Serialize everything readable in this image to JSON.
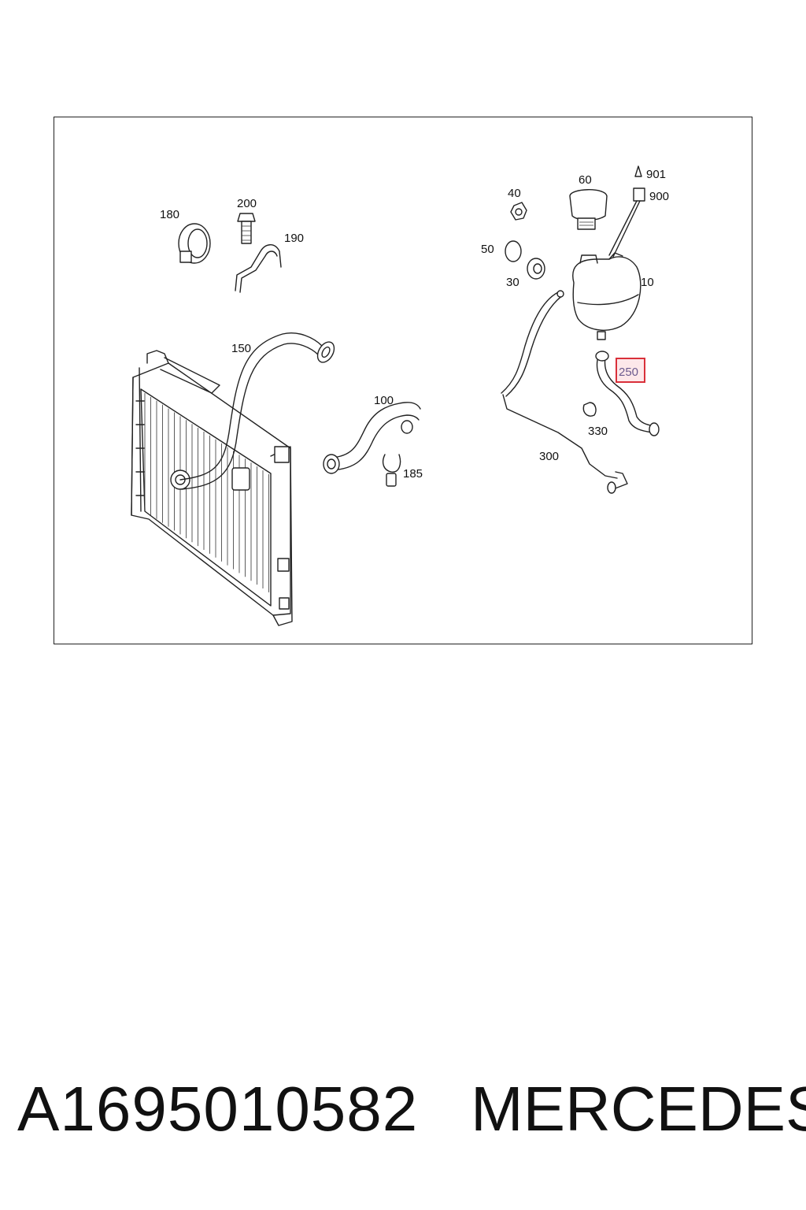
{
  "diagram": {
    "callouts": [
      {
        "id": "c180",
        "text": "180"
      },
      {
        "id": "c200",
        "text": "200"
      },
      {
        "id": "c190",
        "text": "190"
      },
      {
        "id": "c150",
        "text": "150"
      },
      {
        "id": "c100",
        "text": "100"
      },
      {
        "id": "c185",
        "text": "185"
      },
      {
        "id": "c40",
        "text": "40"
      },
      {
        "id": "c60",
        "text": "60"
      },
      {
        "id": "c901",
        "text": "901"
      },
      {
        "id": "c900",
        "text": "900"
      },
      {
        "id": "c50",
        "text": "50"
      },
      {
        "id": "c30",
        "text": "30"
      },
      {
        "id": "c10",
        "text": "10"
      },
      {
        "id": "c250",
        "text": "250"
      },
      {
        "id": "c330",
        "text": "330"
      },
      {
        "id": "c300",
        "text": "300"
      }
    ],
    "highlighted": "250",
    "highlight_color": "#d9303a"
  },
  "caption": {
    "part_number": "A1695010582",
    "brand": "MERCEDES"
  }
}
